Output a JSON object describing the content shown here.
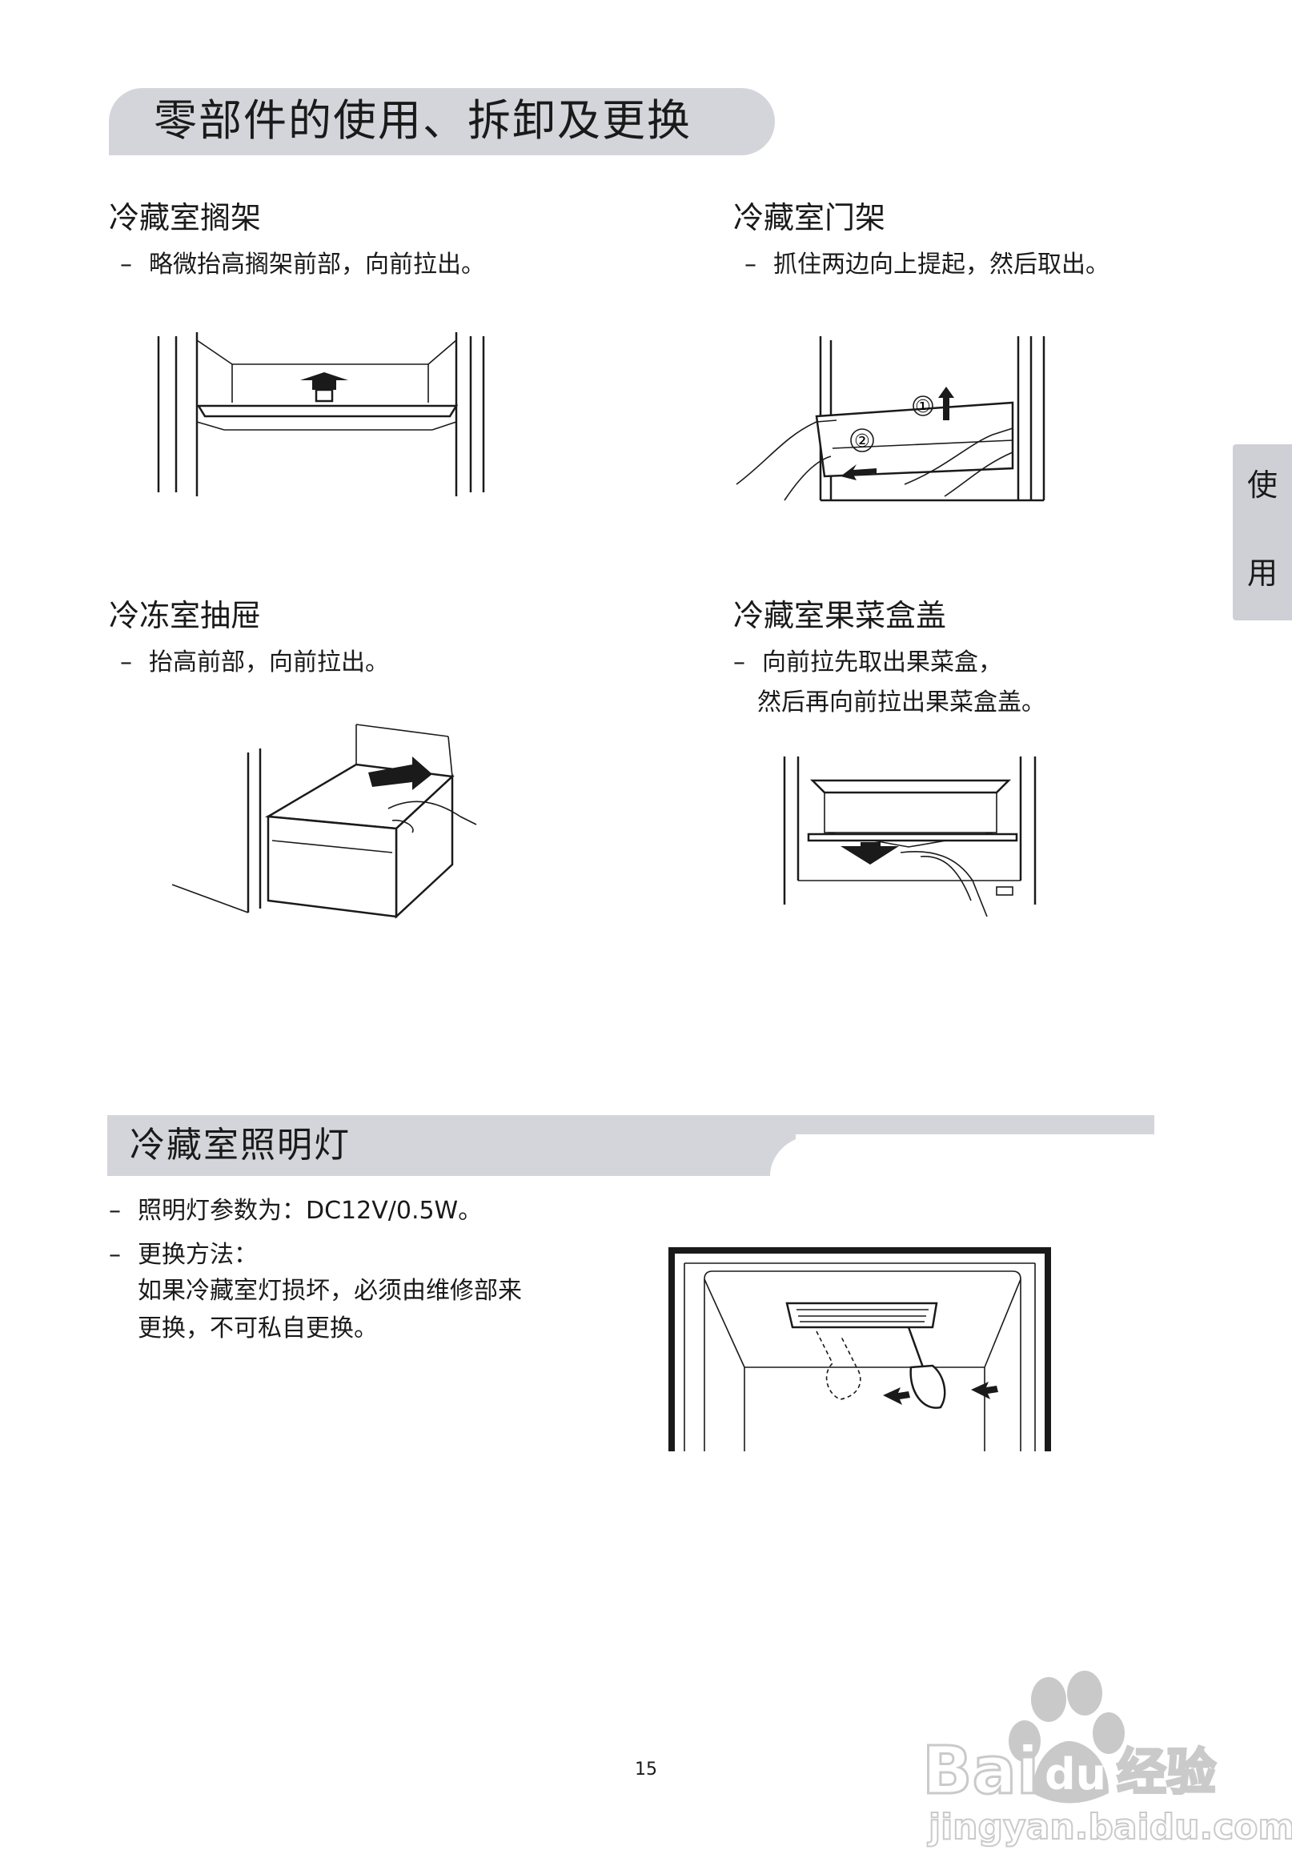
{
  "page_title": "零部件的使用、拆卸及更换",
  "sections": {
    "shelf": {
      "heading": "冷藏室搁架",
      "dash": "–",
      "desc": "略微抬高搁架前部，向前拉出。"
    },
    "door_rack": {
      "heading": "冷藏室门架",
      "dash": "–",
      "desc": "抓住两边向上提起，然后取出。",
      "step1": "①",
      "step2": "②"
    },
    "freezer_drawer": {
      "heading": "冷冻室抽屉",
      "dash": "–",
      "desc": "抬高前部，向前拉出。"
    },
    "crisper_cover": {
      "heading": "冷藏室果菜盒盖",
      "dash": "–",
      "desc_line1": "向前拉先取出果菜盒，",
      "desc_line2": "然后再向前拉出果菜盒盖。"
    }
  },
  "side_tab": {
    "char1": "使",
    "char2": "用"
  },
  "lighting": {
    "heading": "冷藏室照明灯",
    "dash": "–",
    "spec": "照明灯参数为：DC12V/0.5W。",
    "method_label": "更换方法：",
    "method_line1": "如果冷藏室灯损坏，必须由维修部来",
    "method_line2": "更换，不可私自更换。"
  },
  "page_number": "15",
  "watermark": {
    "brand": "Bai",
    "brand2": "du",
    "cn": "经验",
    "url": "jingyan.baidu.com"
  }
}
